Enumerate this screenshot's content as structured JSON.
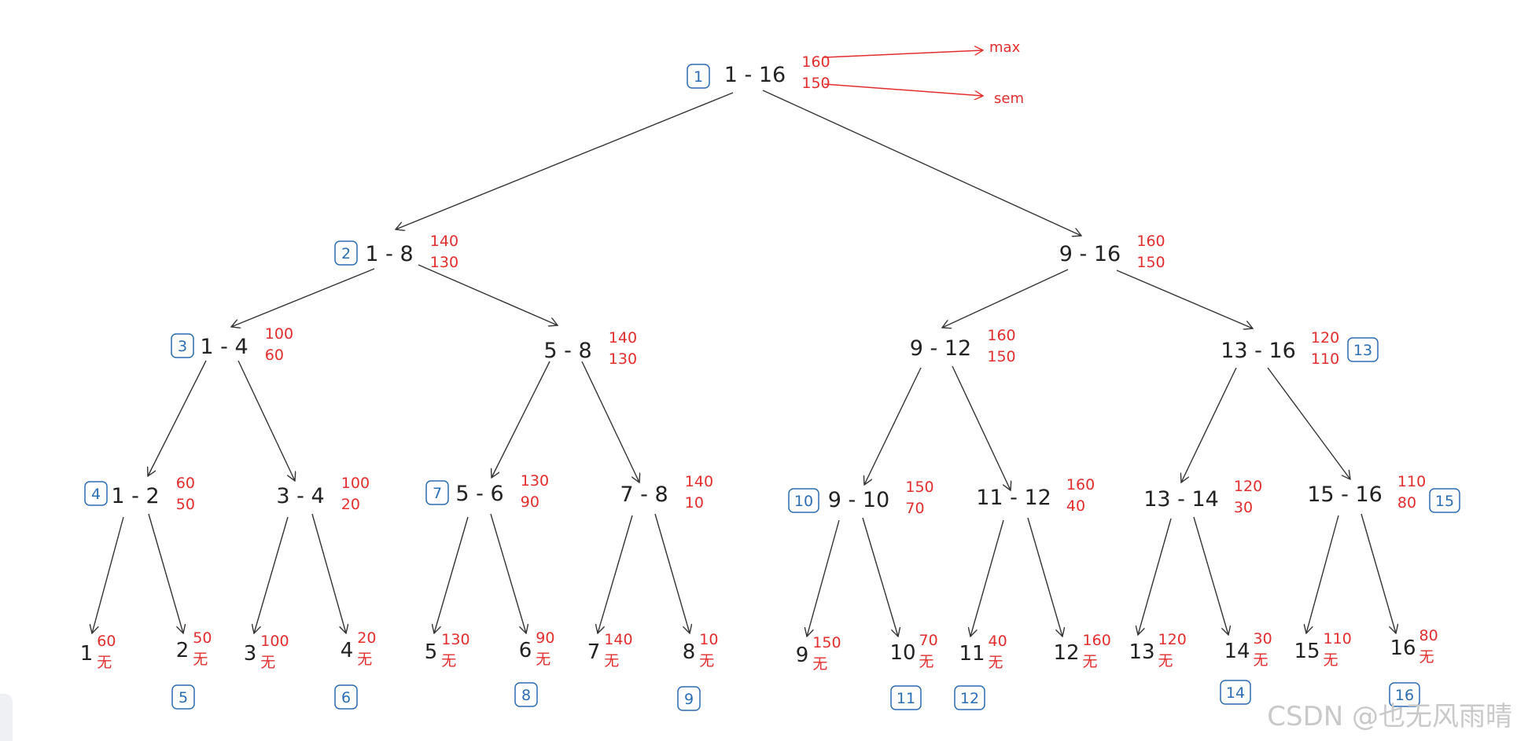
{
  "colors": {
    "ink": "#222222",
    "red": "#e32d2d",
    "blue": "#2a6db3",
    "edge": "#333333"
  },
  "legend": {
    "max_label": "max",
    "sem_label": "sem"
  },
  "watermark": "CSDN @也无风雨晴",
  "nodes": [
    {
      "id": "n1",
      "range": "1 - 16",
      "max": "160",
      "sem": "150",
      "badge": "1"
    },
    {
      "id": "n2",
      "range": "1 - 8",
      "max": "140",
      "sem": "130",
      "badge": "2"
    },
    {
      "id": "n2r",
      "range": "9 - 16",
      "max": "160",
      "sem": "150",
      "badge": ""
    },
    {
      "id": "n3",
      "range": "1 - 4",
      "max": "100",
      "sem": "60",
      "badge": "3"
    },
    {
      "id": "n58",
      "range": "5 - 8",
      "max": "140",
      "sem": "130",
      "badge": ""
    },
    {
      "id": "n912",
      "range": "9 - 12",
      "max": "160",
      "sem": "150",
      "badge": ""
    },
    {
      "id": "n1316",
      "range": "13 - 16",
      "max": "120",
      "sem": "110",
      "badge": "13"
    },
    {
      "id": "n12",
      "range": "1 - 2",
      "max": "60",
      "sem": "50",
      "badge": "4"
    },
    {
      "id": "n34",
      "range": "3 - 4",
      "max": "100",
      "sem": "20",
      "badge": ""
    },
    {
      "id": "n56",
      "range": "5 - 6",
      "max": "130",
      "sem": "90",
      "badge": "7"
    },
    {
      "id": "n78",
      "range": "7 - 8",
      "max": "140",
      "sem": "10",
      "badge": ""
    },
    {
      "id": "n910",
      "range": "9 - 10",
      "max": "150",
      "sem": "70",
      "badge": "10"
    },
    {
      "id": "n1112",
      "range": "11 - 12",
      "max": "160",
      "sem": "40",
      "badge": ""
    },
    {
      "id": "n1314",
      "range": "13 - 14",
      "max": "120",
      "sem": "30",
      "badge": ""
    },
    {
      "id": "n1516",
      "range": "15 - 16",
      "max": "110",
      "sem": "80",
      "badge": "15"
    },
    {
      "id": "l1",
      "range": "1",
      "max": "60",
      "sem": "无",
      "badge": ""
    },
    {
      "id": "l2",
      "range": "2",
      "max": "50",
      "sem": "无",
      "badge": "5"
    },
    {
      "id": "l3",
      "range": "3",
      "max": "100",
      "sem": "无",
      "badge": ""
    },
    {
      "id": "l4",
      "range": "4",
      "max": "20",
      "sem": "无",
      "badge": "6"
    },
    {
      "id": "l5",
      "range": "5",
      "max": "130",
      "sem": "无",
      "badge": ""
    },
    {
      "id": "l6",
      "range": "6",
      "max": "90",
      "sem": "无",
      "badge": "8"
    },
    {
      "id": "l7",
      "range": "7",
      "max": "140",
      "sem": "无",
      "badge": ""
    },
    {
      "id": "l8",
      "range": "8",
      "max": "10",
      "sem": "无",
      "badge": "9"
    },
    {
      "id": "l9",
      "range": "9",
      "max": "150",
      "sem": "无",
      "badge": ""
    },
    {
      "id": "l10",
      "range": "10",
      "max": "70",
      "sem": "无",
      "badge": "11"
    },
    {
      "id": "l11",
      "range": "11",
      "max": "40",
      "sem": "无",
      "badge": "12"
    },
    {
      "id": "l12",
      "range": "12",
      "max": "160",
      "sem": "无",
      "badge": ""
    },
    {
      "id": "l13",
      "range": "13",
      "max": "120",
      "sem": "无",
      "badge": ""
    },
    {
      "id": "l14",
      "range": "14",
      "max": "30",
      "sem": "无",
      "badge": "14"
    },
    {
      "id": "l15",
      "range": "15",
      "max": "110",
      "sem": "无",
      "badge": ""
    },
    {
      "id": "l16",
      "range": "16",
      "max": "80",
      "sem": "无",
      "badge": "16"
    }
  ],
  "edges": [
    [
      "n1",
      "n2"
    ],
    [
      "n1",
      "n2r"
    ],
    [
      "n2",
      "n3"
    ],
    [
      "n2",
      "n58"
    ],
    [
      "n2r",
      "n912"
    ],
    [
      "n2r",
      "n1316"
    ],
    [
      "n3",
      "n12"
    ],
    [
      "n3",
      "n34"
    ],
    [
      "n58",
      "n56"
    ],
    [
      "n58",
      "n78"
    ],
    [
      "n912",
      "n910"
    ],
    [
      "n912",
      "n1112"
    ],
    [
      "n1316",
      "n1314"
    ],
    [
      "n1316",
      "n1516"
    ],
    [
      "n12",
      "l1"
    ],
    [
      "n12",
      "l2"
    ],
    [
      "n34",
      "l3"
    ],
    [
      "n34",
      "l4"
    ],
    [
      "n56",
      "l5"
    ],
    [
      "n56",
      "l6"
    ],
    [
      "n78",
      "l7"
    ],
    [
      "n78",
      "l8"
    ],
    [
      "n910",
      "l9"
    ],
    [
      "n910",
      "l10"
    ],
    [
      "n1112",
      "l11"
    ],
    [
      "n1112",
      "l12"
    ],
    [
      "n1314",
      "l13"
    ],
    [
      "n1314",
      "l14"
    ],
    [
      "n1516",
      "l15"
    ],
    [
      "n1516",
      "l16"
    ]
  ]
}
